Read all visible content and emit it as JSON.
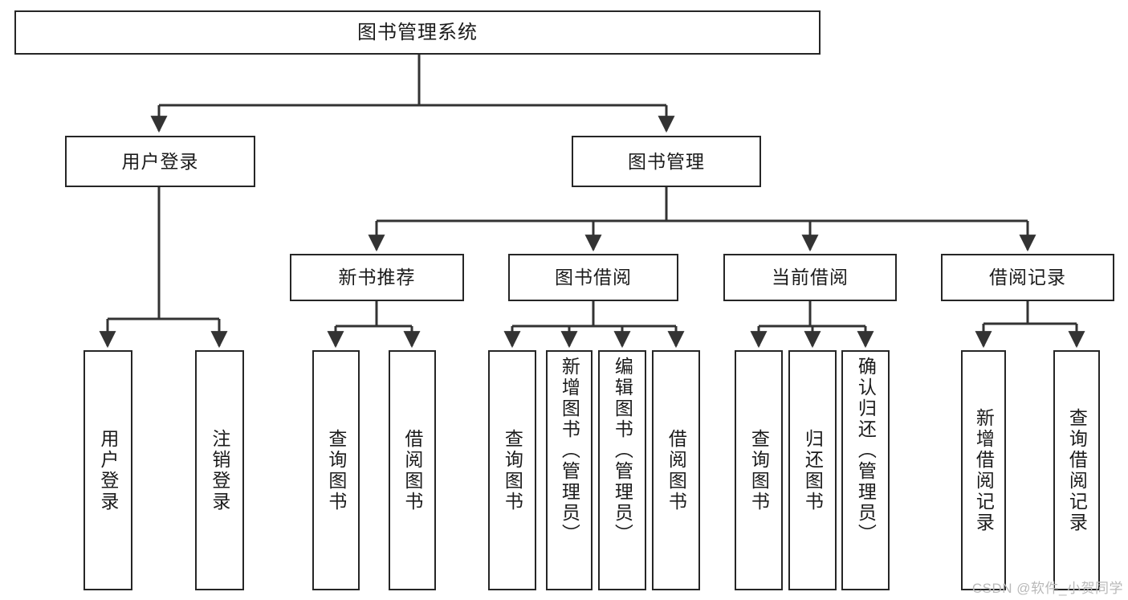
{
  "diagram": {
    "title": "图书管理系统",
    "type": "tree-hierarchy",
    "root": {
      "label": "图书管理系统"
    },
    "level2": [
      {
        "label": "用户登录"
      },
      {
        "label": "图书管理"
      }
    ],
    "level3": [
      {
        "label": "新书推荐"
      },
      {
        "label": "图书借阅"
      },
      {
        "label": "当前借阅"
      },
      {
        "label": "借阅记录"
      }
    ],
    "leaves": {
      "user_login": [
        {
          "label": "用户登录"
        },
        {
          "label": "注销登录"
        }
      ],
      "new_book_recommend": [
        {
          "label": "查询图书"
        },
        {
          "label": "借阅图书"
        }
      ],
      "book_borrow": [
        {
          "label": "查询图书"
        },
        {
          "label": "新增图书（管理员）"
        },
        {
          "label": "编辑图书（管理员）"
        },
        {
          "label": "借阅图书"
        }
      ],
      "current_borrow": [
        {
          "label": "查询图书"
        },
        {
          "label": "归还图书"
        },
        {
          "label": "确认归还（管理员）"
        }
      ],
      "borrow_record": [
        {
          "label": "新增借阅记录"
        },
        {
          "label": "查询借阅记录"
        }
      ]
    }
  },
  "watermark": {
    "text": "CSDN @软件_小贺同学"
  },
  "colors": {
    "border": "#262626",
    "background": "#ffffff",
    "text": "#1b1b1b",
    "watermark": "#b9b9b9"
  }
}
